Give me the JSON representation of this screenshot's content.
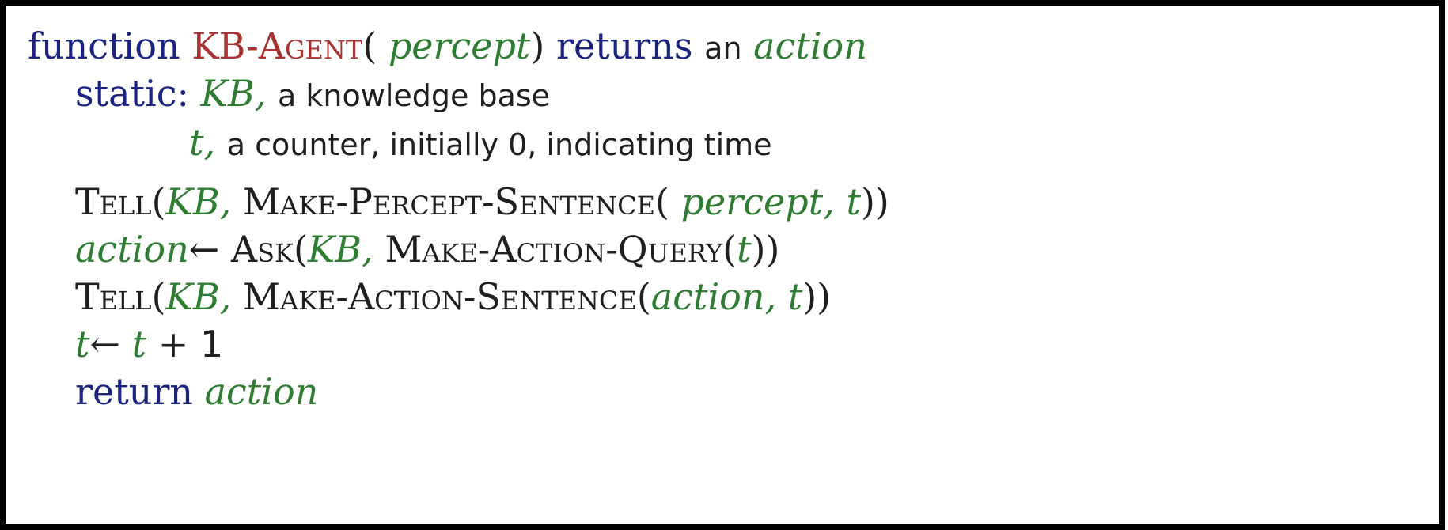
{
  "header": {
    "kw_function": "function",
    "name": "KB-Agent",
    "paren_open": "(",
    "param": "percept",
    "paren_close": ")",
    "kw_returns": "returns",
    "an": "an",
    "action": "action"
  },
  "static": {
    "kw": "static:",
    "kb_var": "KB,",
    "kb_desc": "a knowledge base",
    "t_var": "t,",
    "t_desc": "a counter, initially 0, indicating time"
  },
  "body": {
    "line1": {
      "tell": "Tell",
      "open": "(",
      "kb": "KB,",
      "make": "Make-Percept-Sentence",
      "open2": "(",
      "percept": "percept,",
      "t": "t",
      "close": "))"
    },
    "line2": {
      "action": "action",
      "arrow": "←",
      "ask": "Ask",
      "open": "(",
      "kb": "KB,",
      "make": "Make-Action-Query",
      "open2": "(",
      "t": "t",
      "close": "))"
    },
    "line3": {
      "tell": "Tell",
      "open": "(",
      "kb": "KB,",
      "make": "Make-Action-Sentence",
      "open2": "(",
      "action": "action,",
      "t": "t",
      "close": "))"
    },
    "line4": {
      "t": "t",
      "arrow": "←",
      "t2": "t",
      "plus": "+",
      "one": "1"
    },
    "line5": {
      "kw": "return",
      "action": "action"
    }
  }
}
